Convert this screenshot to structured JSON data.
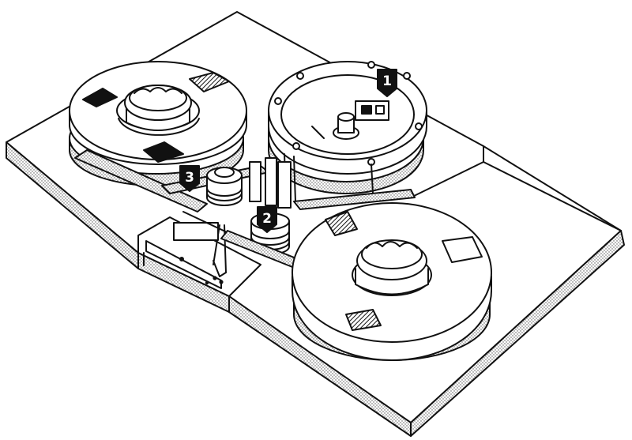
{
  "callouts": [
    {
      "id": 1,
      "label": "1"
    },
    {
      "id": 2,
      "label": "2"
    },
    {
      "id": 3,
      "label": "3"
    }
  ],
  "colors": {
    "ink": "#111111",
    "paper": "#ffffff",
    "stipple": "#d9d9d9"
  }
}
